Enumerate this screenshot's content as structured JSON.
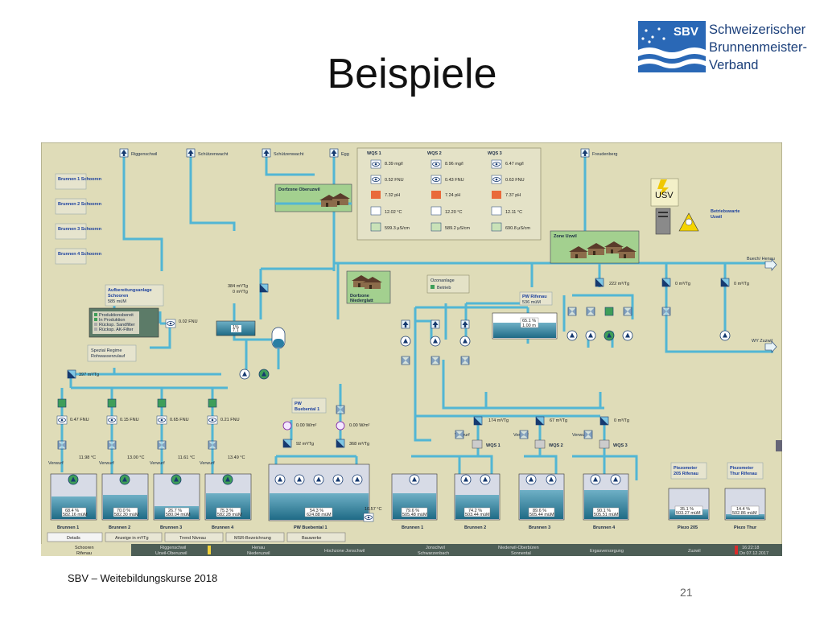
{
  "slide": {
    "title": "Beispiele",
    "footer": "SBV – Weitebildungskurse 2018",
    "page_number": "21",
    "logo": {
      "abbr": "SBV",
      "line1": "Schweizerischer",
      "line2": "Brunnenmeister-",
      "line3": "Verband"
    }
  },
  "scada": {
    "outlets_top": [
      "Riggenschwil",
      "Schützenwacht",
      "Schützenwacht",
      "Egg",
      "Freudenberg"
    ],
    "outlets_right": [
      "Buech/ Henau",
      "WY Zuzwil"
    ],
    "brunnen_boxes": [
      "Brunnen 1 Schooren",
      "Brunnen 2 Schooren",
      "Brunnen 3 Schooren",
      "Brunnen 4 Schooren"
    ],
    "zones": {
      "oberuzwil": "Dorfzone Oberuzwil",
      "niederglatt_1": "Dorfzone",
      "niederglatt_2": "Niederglatt",
      "uzwil": "Zone Uzwil"
    },
    "wqs": [
      {
        "name": "WQS 1",
        "vals": [
          "8.39 mg/l",
          "0.52 FNU",
          "7.32 pH",
          "12.02 °C",
          "599.3 µS/cm"
        ]
      },
      {
        "name": "WQS 2",
        "vals": [
          "8.96 mg/l",
          "0.43 FNU",
          "7.24 pH",
          "12.20 °C",
          "589.2 µS/cm"
        ]
      },
      {
        "name": "WQS 3",
        "vals": [
          "6.47 mg/l",
          "0.63 FNU",
          "7.37 pH",
          "12.11 °C",
          "690.8 µS/cm"
        ]
      }
    ],
    "usv": "USV",
    "betrieb": [
      "Betriebswarte",
      "Uzwil"
    ],
    "ozon": {
      "title": "Ozonanlage",
      "state": "Betrieb"
    },
    "aufbereitung": {
      "title1": "Aufbereitungsanlage",
      "title2": "Schooren",
      "height": "585 müM"
    },
    "aufb_legend": [
      "Produktionsbereit",
      "In Produktion",
      "Rücksp. Sandfilter",
      "Rücksp. AK-Filter"
    ],
    "aufb_fnu": "0.02 FNU",
    "regime": [
      "Spezial Regime",
      "Rohwasserzulauf"
    ],
    "flow_main": "397 m³/Tg",
    "top_flows": [
      "384 m³/Tg",
      "0 m³/Tg"
    ],
    "flows_right": [
      "222 m³/Tg",
      "0 m³/Tg",
      "0 m³/Tg"
    ],
    "rifenau": {
      "name": "PW Rifenau",
      "height": "536 müM",
      "pct": "65.1 %",
      "level": "1.00 m"
    },
    "small_tank": {
      "pct": "1%",
      "level": "7.1"
    },
    "well_fnu": [
      "0.47 FNU",
      "0.15 FNU",
      "0.65 FNU",
      "0.21 FNU"
    ],
    "well_temps": [
      "11.98 °C",
      "13.00 °C",
      "11.61 °C",
      "13.49 °C"
    ],
    "verwurf": "Verwurf",
    "wells": [
      {
        "name": "Brunnen 1",
        "pct": "68.4 %",
        "h": "582.16 müM"
      },
      {
        "name": "Brunnen 2",
        "pct": "70.0 %",
        "h": "582.30 müM"
      },
      {
        "name": "Brunnen 3",
        "pct": "26.7 %",
        "h": "580.04 müM"
      },
      {
        "name": "Brunnen 4",
        "pct": "75.3 %",
        "h": "582.28 müM"
      }
    ],
    "buebental": {
      "name1": "PW",
      "name2": "Buebental 1",
      "label": "PW Buebental 1",
      "pct": "54.3 %",
      "h": "624.88 müM",
      "temp": "10.57 °C"
    },
    "uv": [
      "0.00 W/m²",
      "0.00 W/m²"
    ],
    "bue_flows": [
      "92 m³/Tg",
      "368 m³/Tg"
    ],
    "wqs_flows": [
      "174 m³/Tg",
      "67 m³/Tg",
      "0 m³/Tg"
    ],
    "wqs_labels": [
      "WQS 1",
      "WQS 2",
      "WQS 3"
    ],
    "ozone_wells": [
      {
        "name": "Brunnen 1",
        "pct": "79.6 %",
        "h": "505.48 müM"
      },
      {
        "name": "Brunnen 2",
        "pct": "74.2 %",
        "h": "503.44 müM"
      },
      {
        "name": "Brunnen 3",
        "pct": "89.6 %",
        "h": "505.44 müM"
      },
      {
        "name": "Brunnen 4",
        "pct": "90.1 %",
        "h": "505.51 müM"
      }
    ],
    "piezo": [
      {
        "title1": "Piezometer",
        "title2": "205 Rifenau",
        "pct": "35.1 %",
        "h": "503.27 müM",
        "name": "Piezo 205"
      },
      {
        "title1": "Piezometer",
        "title2": "Thur Rifenau",
        "pct": "14.4 %",
        "h": "502.86 müM",
        "name": "Piezo Thur"
      }
    ],
    "buttons": [
      "Details",
      "Anzeige in m³/Tg",
      "Trend Niveau",
      "MSR-Bezeichnung",
      "Bauwerke"
    ],
    "tabs": [
      [
        "Schooren",
        "Rifenau"
      ],
      [
        "Riggenschwil",
        "Uzwil-Oberuzwil"
      ],
      [
        "Henau",
        "Niederuzwil"
      ],
      [
        "Hochzone Jonschwil",
        ""
      ],
      [
        "Jonschwil",
        "Schwarzenbach"
      ],
      [
        "Niederwil-Oberbüren",
        "Sonnental"
      ],
      [
        "Ergasversorgung",
        ""
      ],
      [
        "Zuzwil",
        ""
      ]
    ],
    "clock": {
      "time": "16:22:18",
      "date": "Do 07.12.2017"
    }
  }
}
